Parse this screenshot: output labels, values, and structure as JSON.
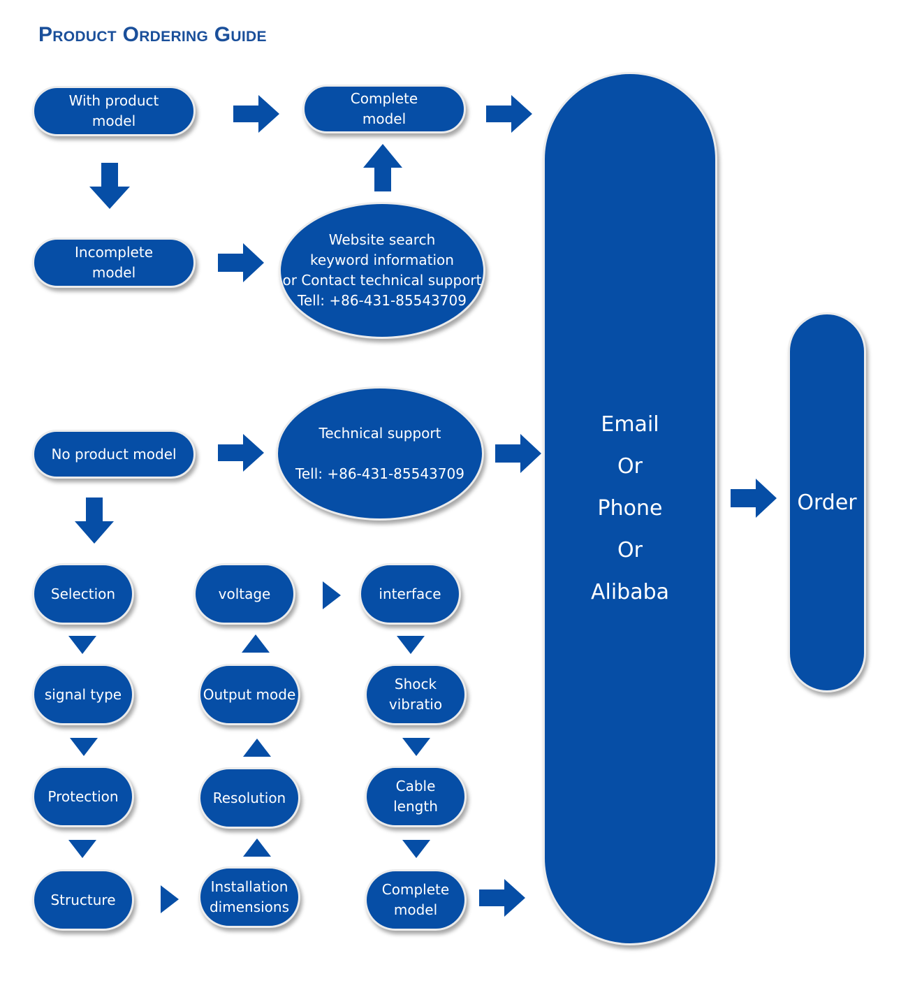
{
  "title": "Product Ordering Guide",
  "colors": {
    "box_fill": "#064ea6",
    "box_border": "#ececec",
    "title": "#1a4f9a",
    "text": "#ffffff"
  },
  "nodes": {
    "with_model": "With product\nmodel",
    "complete_model_top": "Complete\nmodel",
    "incomplete_model": "Incomplete\nmodel",
    "website_search": "Website search\nkeyword information\nor Contact technical support\nTell: +86-431-85543709",
    "no_model": "No product model",
    "tech_support": "Technical support\n\nTell: +86-431-85543709",
    "contact": "Email\nOr\nPhone\nOr\nAlibaba",
    "order": "Order",
    "selection": "Selection",
    "signal_type": "signal type",
    "protection": "Protection",
    "structure": "Structure",
    "installation": "Installation\ndimensions",
    "resolution": "Resolution",
    "output_mode": "Output mode",
    "voltage": "voltage",
    "interface": "interface",
    "shock": "Shock\nvibratio",
    "cable": "Cable\nlength",
    "complete_model_bottom": "Complete\nmodel"
  }
}
